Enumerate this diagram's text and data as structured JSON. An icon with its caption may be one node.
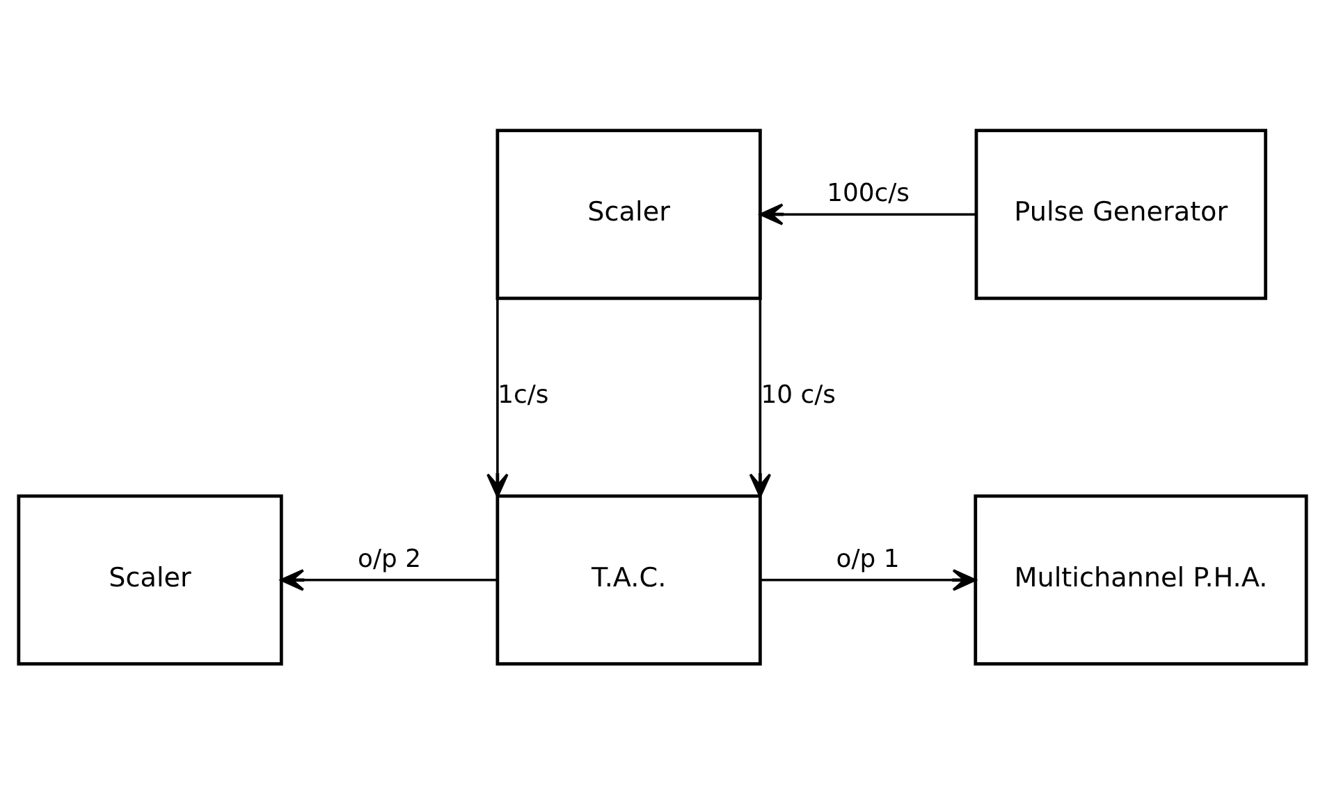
{
  "diagram": {
    "nodes": [
      {
        "text": [
          "Scaler"
        ]
      },
      {
        "text": [
          "Pulse Generator"
        ]
      },
      {
        "text": [
          "Scaler"
        ]
      },
      {
        "text": [
          "T.A.C."
        ]
      },
      {
        "text": [
          "Multichannel P.H.A."
        ]
      }
    ],
    "edges": [
      {
        "from": 1,
        "to": 0,
        "arrow": "to",
        "label": "100c/s"
      },
      {
        "from": 0,
        "to": 3,
        "arrow": "to",
        "label": "1c/s"
      },
      {
        "from": 0,
        "to": 3,
        "arrow": "to",
        "label": "10 c/s"
      },
      {
        "from": 3,
        "to": 2,
        "arrow": "to",
        "label": "o/p 2"
      },
      {
        "from": 3,
        "to": 4,
        "arrow": "to",
        "label": "o/p 1"
      }
    ]
  }
}
